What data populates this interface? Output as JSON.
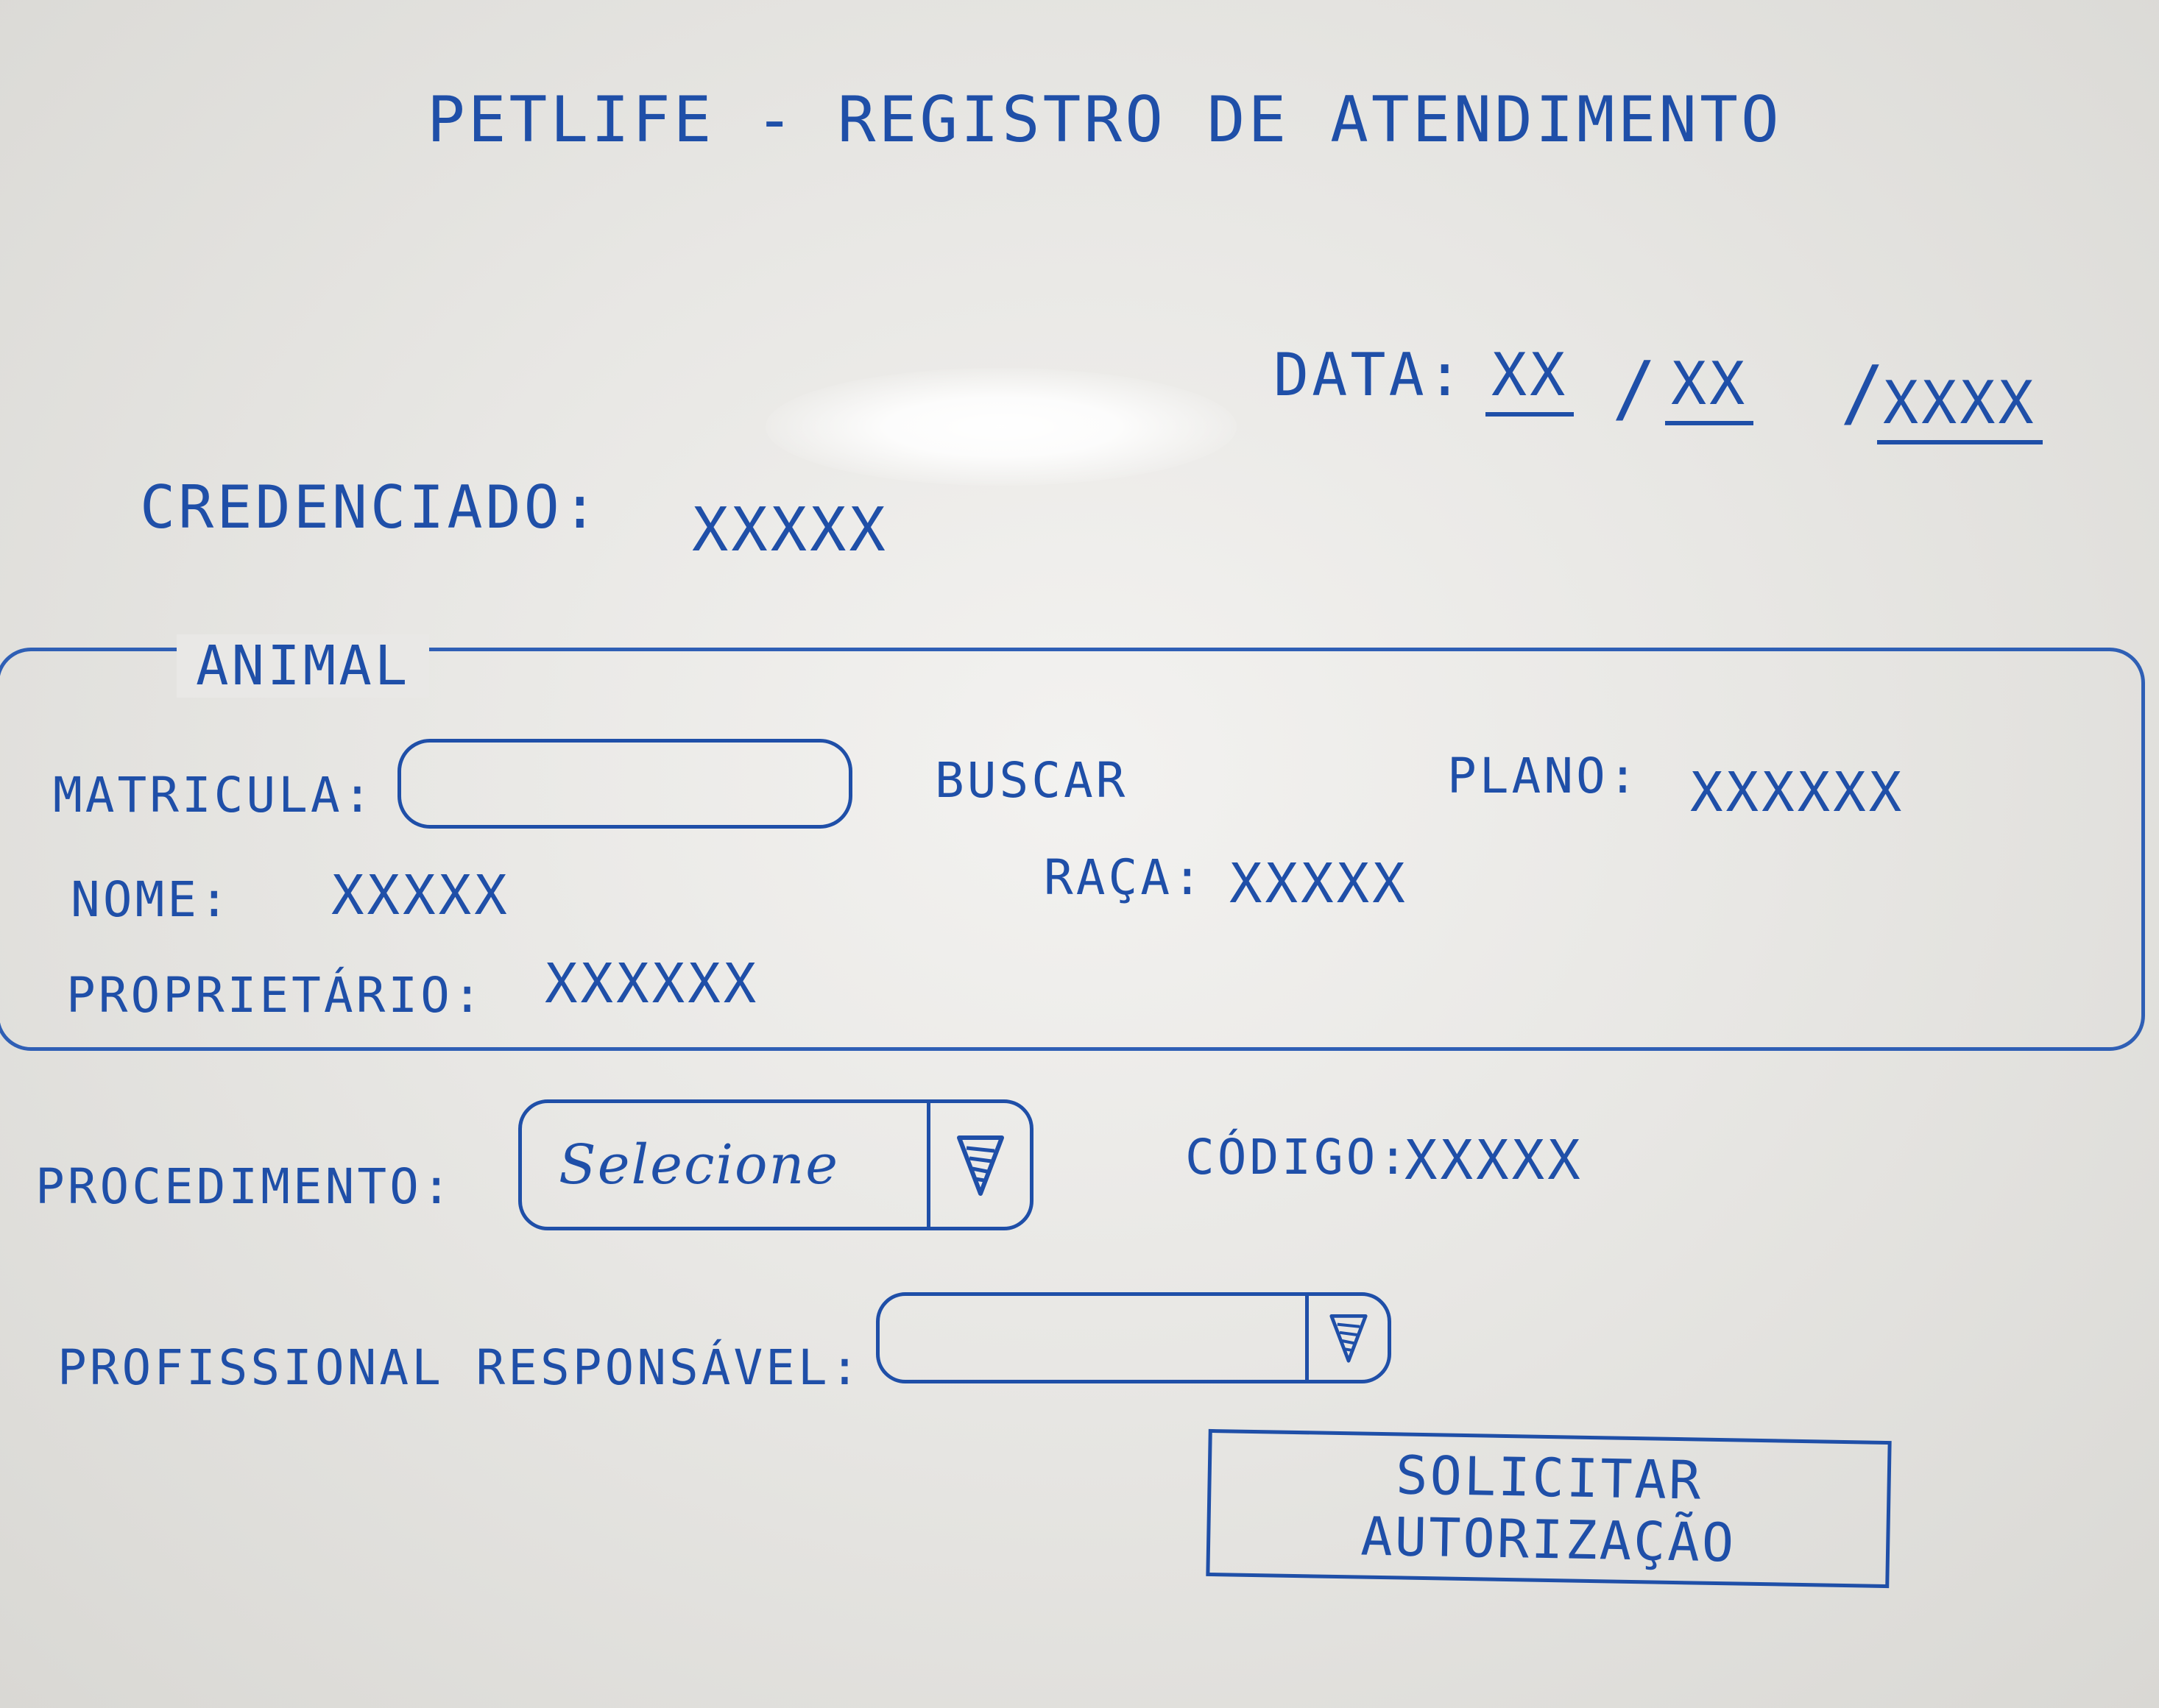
{
  "header": {
    "title": "PETLIFE - REGISTRO DE ATENDIMENTO"
  },
  "date": {
    "label": "DATA:",
    "day": "XX",
    "month": "XX",
    "year": "XXXX",
    "separator": "/"
  },
  "credenciado": {
    "label": "CREDENCIADO:",
    "value": "XXXXX"
  },
  "animal": {
    "section_label": "ANIMAL",
    "matricula_label": "MATRICULA:",
    "matricula_value": "",
    "search_label": "BUSCAR",
    "plano_label": "PLANO:",
    "plano_value": "XXXXXX",
    "nome_label": "NOME:",
    "nome_value": "XXXXX",
    "raca_label": "RAÇA:",
    "raca_value": "XXXXX",
    "proprietario_label": "PROPRIETÁRIO:",
    "proprietario_value": "XXXXXX"
  },
  "procedimento": {
    "label": "PROCEDIMENTO:",
    "selected": "Selecione",
    "codigo_label": "CÓDIGO:",
    "codigo_value": "XXXXX"
  },
  "profissional": {
    "label": "PROFISSIONAL RESPONSÁVEL:",
    "selected": ""
  },
  "actions": {
    "submit_label": "SOLICITAR AUTORIZAÇÃO"
  },
  "colors": {
    "marker": "#1f4fa8",
    "board": "#e9e8e6"
  },
  "icons": {
    "dropdown": "dropdown-arrow-icon"
  }
}
